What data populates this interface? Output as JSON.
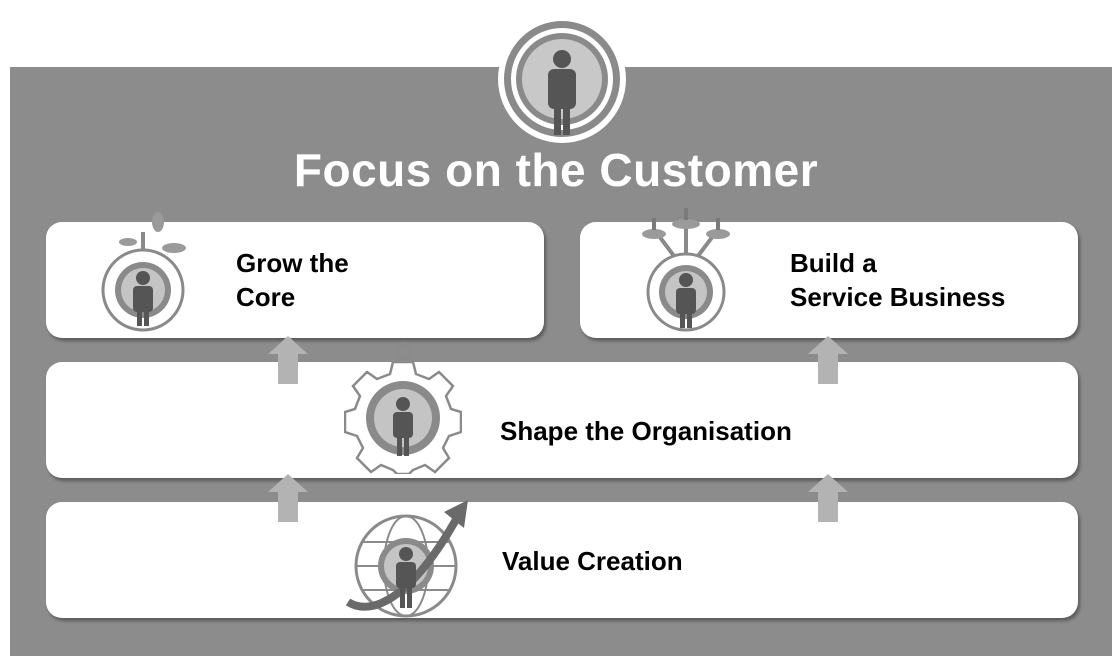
{
  "title": "Focus on the Customer",
  "boxes": {
    "grow": {
      "line1": "Grow the",
      "line2": "Core"
    },
    "service": {
      "line1": "Build a",
      "line2": "Service Business"
    },
    "shape": {
      "label": "Shape the Organisation"
    },
    "value": {
      "label": "Value Creation"
    }
  },
  "icons": {
    "top": "customer-icon",
    "grow": "plant-customer-icon",
    "service": "network-customer-icon",
    "shape": "gear-customer-icon",
    "value": "globe-arrow-customer-icon"
  },
  "colors": {
    "panel": "#8c8c8c",
    "box": "#ffffff",
    "arrow": "#b3b3b3",
    "icon_dark": "#5a5a5a",
    "icon_mid": "#8a8a8a"
  }
}
